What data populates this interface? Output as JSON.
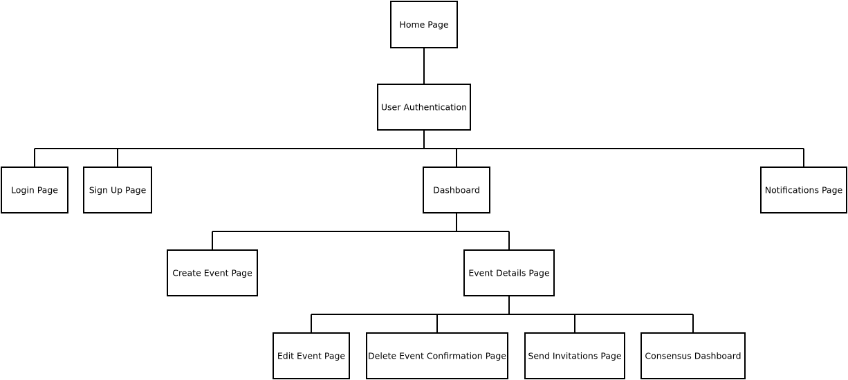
{
  "nodes": {
    "home": "Home Page",
    "auth": "User Authentication",
    "login": "Login Page",
    "signup": "Sign Up Page",
    "dashboard": "Dashboard",
    "notifications": "Notifications Page",
    "create_event": "Create Event Page",
    "event_details": "Event Details Page",
    "edit_event": "Edit Event Page",
    "delete_event": "Delete Event Confirmation Page",
    "send_invitations": "Send Invitations Page",
    "consensus": "Consensus Dashboard"
  },
  "edges": [
    [
      "home",
      "auth"
    ],
    [
      "auth",
      "login"
    ],
    [
      "auth",
      "signup"
    ],
    [
      "auth",
      "dashboard"
    ],
    [
      "auth",
      "notifications"
    ],
    [
      "dashboard",
      "create_event"
    ],
    [
      "dashboard",
      "event_details"
    ],
    [
      "event_details",
      "edit_event"
    ],
    [
      "event_details",
      "delete_event"
    ],
    [
      "event_details",
      "send_invitations"
    ],
    [
      "event_details",
      "consensus"
    ]
  ]
}
